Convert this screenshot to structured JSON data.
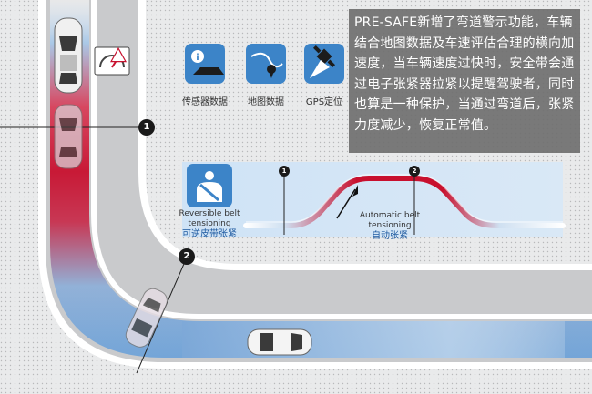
{
  "description_text": "PRE-SAFE新增了弯道警示功能，车辆结合地图数据及车速评估合理的横向加速度，当车辆速度过快时，安全带会通过电子张紧器拉紧以提醒驾驶者，同时也算是一种保护，当通过弯道后，张紧力度减少，恢复正常值。",
  "icons": [
    {
      "name": "sensor",
      "label": "传感器数据"
    },
    {
      "name": "map",
      "label": "地图数据"
    },
    {
      "name": "gps",
      "label": "GPS定位"
    }
  ],
  "belt": {
    "reversible_en_1": "Reversible belt",
    "reversible_en_2": "tensioning",
    "reversible_cn": "可逆皮带张紧",
    "automatic_en_1": "Automatic belt",
    "automatic_en_2": "tensioning",
    "automatic_cn": "自动张紧"
  },
  "markers": {
    "one": "1",
    "two": "2"
  },
  "colors": {
    "road": "#c9cacc",
    "road_edge": "#ffffff",
    "tension_red": "#c8102e",
    "tension_blue": "#6fa3d8",
    "icon_blue": "#3c84c8",
    "info_bg": "#707070"
  }
}
